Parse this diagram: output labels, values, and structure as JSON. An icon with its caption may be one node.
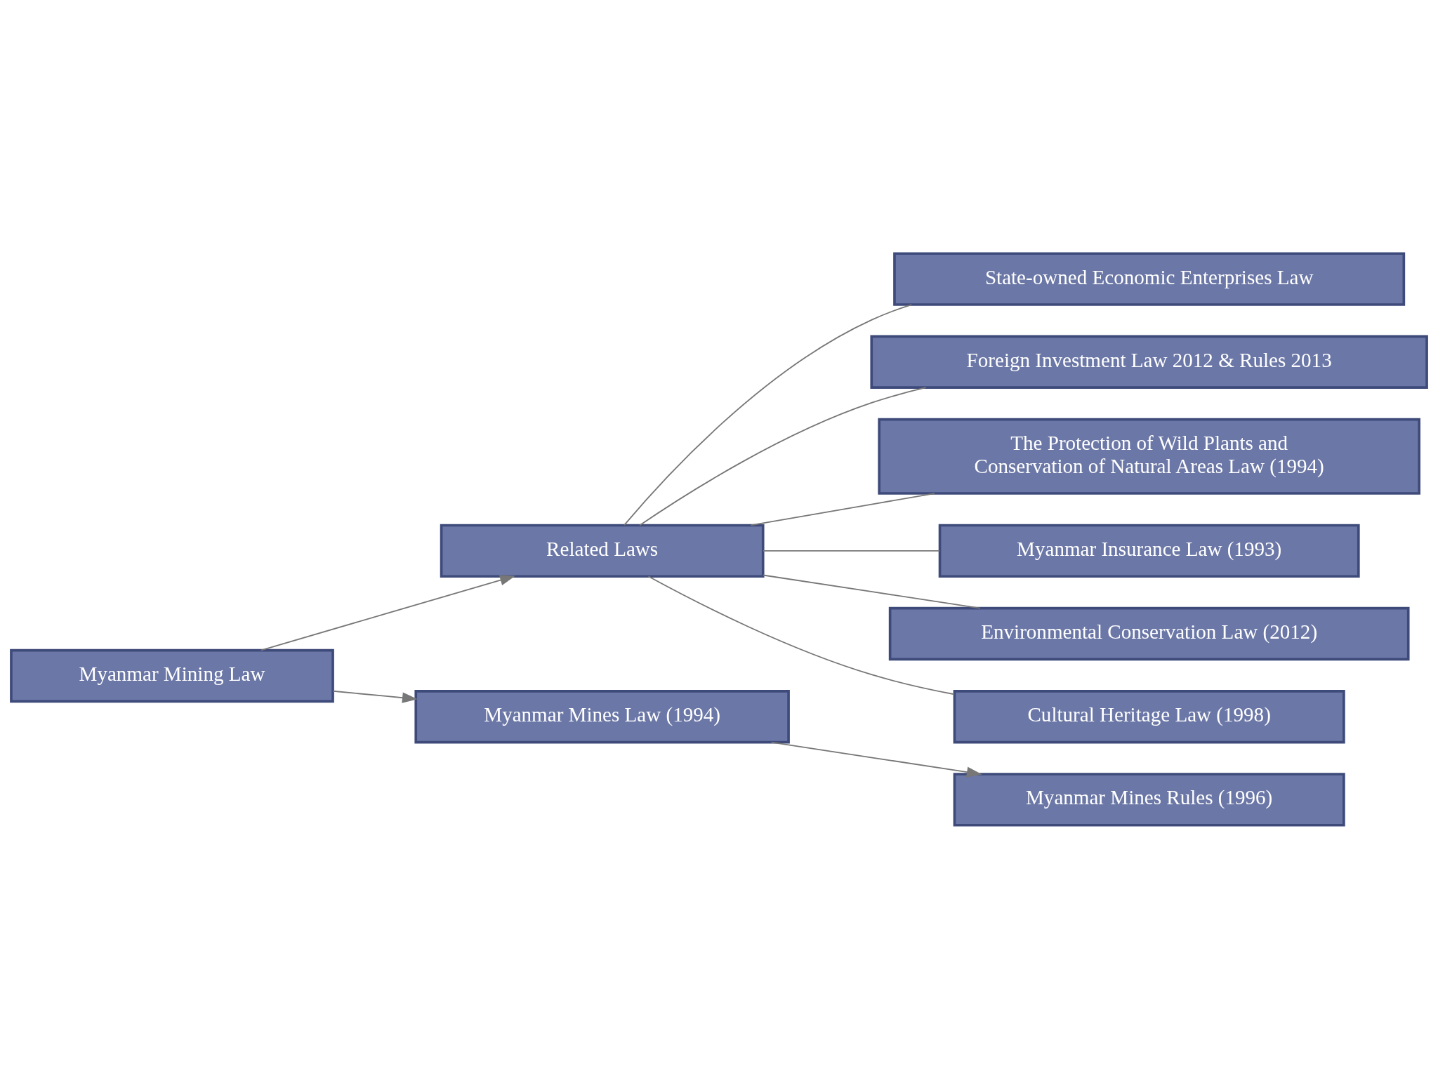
{
  "diagram": {
    "nodes": [
      {
        "text": [
          "Myanmar Mining Law"
        ]
      },
      {
        "text": [
          "Related Laws"
        ]
      },
      {
        "text": [
          "Myanmar Mines Law (1994)"
        ]
      },
      {
        "text": [
          "State-owned Economic Enterprises Law"
        ]
      },
      {
        "text": [
          "Foreign Investment Law 2012 & Rules 2013"
        ]
      },
      {
        "text": [
          "The Protection of Wild Plants and Conservation of Natural Areas Law (1994)"
        ]
      },
      {
        "text": [
          "Myanmar Insurance Law (1993)"
        ]
      },
      {
        "text": [
          "Environmental Conservation Law (2012)"
        ]
      },
      {
        "text": [
          "Cultural Heritage Law (1998)"
        ]
      },
      {
        "text": [
          "Myanmar Mines Rules (1996)"
        ]
      }
    ],
    "edges": [
      {
        "from": 0,
        "to": 1,
        "arrow": "to"
      },
      {
        "from": 0,
        "to": 2,
        "arrow": "to"
      },
      {
        "from": 1,
        "to": 3,
        "arrow": "none"
      },
      {
        "from": 1,
        "to": 4,
        "arrow": "none"
      },
      {
        "from": 1,
        "to": 5,
        "arrow": "none"
      },
      {
        "from": 1,
        "to": 6,
        "arrow": "none"
      },
      {
        "from": 1,
        "to": 7,
        "arrow": "none"
      },
      {
        "from": 1,
        "to": 8,
        "arrow": "none"
      },
      {
        "from": 2,
        "to": 9,
        "arrow": "to"
      }
    ]
  }
}
